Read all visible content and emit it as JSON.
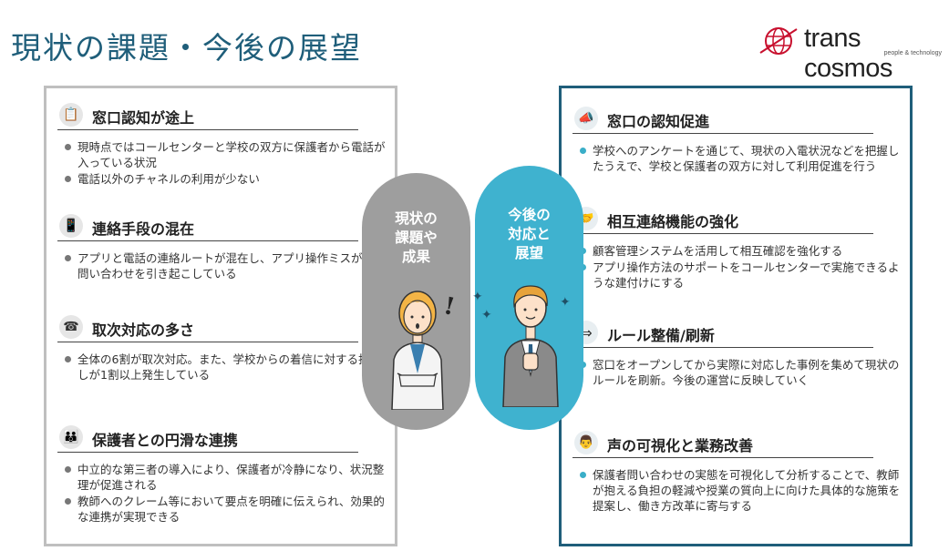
{
  "header": {
    "title": "現状の課題・今後の展望",
    "logo_text": "trans cosmos",
    "logo_sub": "people & technology"
  },
  "left_sections": [
    {
      "icon": "id-card-icon",
      "title": "窓口認知が途上",
      "bullets": [
        "現時点ではコールセンターと学校の双方に保護者から電話が入っている状況",
        "電話以外のチャネルの利用が少ない"
      ]
    },
    {
      "icon": "smartphone-icon",
      "title": "連絡手段の混在",
      "bullets": [
        "アプリと電話の連絡ルートが混在し、アプリ操作ミスが電話問い合わせを引き起こしている"
      ]
    },
    {
      "icon": "phone-icon",
      "title": "取次対応の多さ",
      "bullets": [
        "全体の6割が取次対応。また、学校からの着信に対する折り返しが1割以上発生している"
      ]
    },
    {
      "icon": "family-icon",
      "title": "保護者との円滑な連携",
      "bullets": [
        "中立的な第三者の導入により、保護者が冷静になり、状況整理が促進される",
        "教師へのクレーム等において要点を明確に伝えられ、効果的な連携が実現できる"
      ]
    }
  ],
  "right_sections": [
    {
      "icon": "megaphone-icon",
      "title": "窓口の認知促進",
      "bullets": [
        "学校へのアンケートを通じて、現状の入電状況などを把握したうえで、学校と保護者の双方に対して利用促進を行う"
      ]
    },
    {
      "icon": "handshake-icon",
      "title": "相互連絡機能の強化",
      "bullets": [
        "顧客管理システムを活用して相互確認を強化する",
        "アプリ操作方法のサポートをコールセンターで実施できるような建付けにする"
      ]
    },
    {
      "icon": "next-arrow-icon",
      "title": "ルール整備/刷新",
      "bullets": [
        "窓口をオープンしてから実際に対応した事例を集めて現状のルールを刷新。今後の運営に反映していく"
      ]
    },
    {
      "icon": "presenter-icon",
      "title": "声の可視化と業務改善",
      "bullets": [
        "保護者問い合わせの実態を可視化して分析することで、教師が抱える負担の軽減や授業の質向上に向けた具体的な施策を提案し、働き方改革に寄与する"
      ]
    }
  ],
  "center": {
    "gray_label": "現状の\n課題や\n成果",
    "blue_label": "今後の\n対応と\n展望"
  }
}
